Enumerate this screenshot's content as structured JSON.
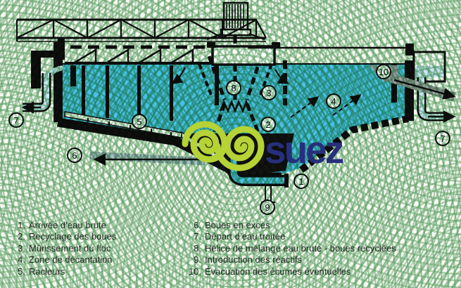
{
  "watermark": {
    "brand": "suez"
  },
  "colors": {
    "water": "#49c1e3",
    "ring_green": "#65a46c",
    "logo_lime": "#b5d335",
    "logo_navy": "#272f7c",
    "treated_water_pale": "#c9e6f3",
    "scum_gray": "#9fa6a9",
    "sludge_gray": "#a9bfca",
    "line_black": "#101010"
  },
  "markers": {
    "m1": "1",
    "m2": "2",
    "m3": "3",
    "m4": "4",
    "m5": "5",
    "m6": "6",
    "m7": "7",
    "m8": "8",
    "m9": "9",
    "m10": "10"
  },
  "legend": {
    "left": [
      {
        "num": "1.",
        "text": "Arrivée d’eau brute"
      },
      {
        "num": "2.",
        "text": "Recyclage des boues"
      },
      {
        "num": "3.",
        "text": "Mûrissement du floc"
      },
      {
        "num": "4.",
        "text": "Zone de décantation"
      },
      {
        "num": "5.",
        "text": "Racleurs"
      }
    ],
    "right": [
      {
        "num": "6.",
        "text": "Boues en excès"
      },
      {
        "num": "7.",
        "text": "Départ d’eau traitée"
      },
      {
        "num": "8.",
        "text": "Hélice de mélange eau brute - boues recyclées"
      },
      {
        "num": "9.",
        "text": "Introduction des réactifs"
      },
      {
        "num": "10.",
        "text": "Évacuation des écumes éventuelles"
      }
    ]
  }
}
